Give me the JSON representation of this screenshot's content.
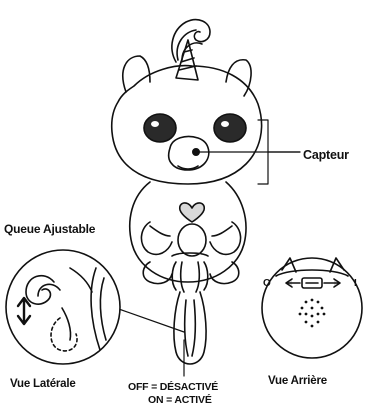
{
  "labels": {
    "sensor": "Capteur",
    "adjustable_tail": "Queue Ajustable",
    "side_view": "Vue Latérale",
    "rear_view": "Vue Arrière",
    "off_line": "OFF = DÉSACTIVÉ",
    "on_line": "ON = ACTIVÉ",
    "switch_off_mark": "O",
    "switch_on_mark": "I"
  },
  "colors": {
    "line": "#111111",
    "background": "#ffffff",
    "switch_arrow_fill": "#d9d9d9"
  }
}
